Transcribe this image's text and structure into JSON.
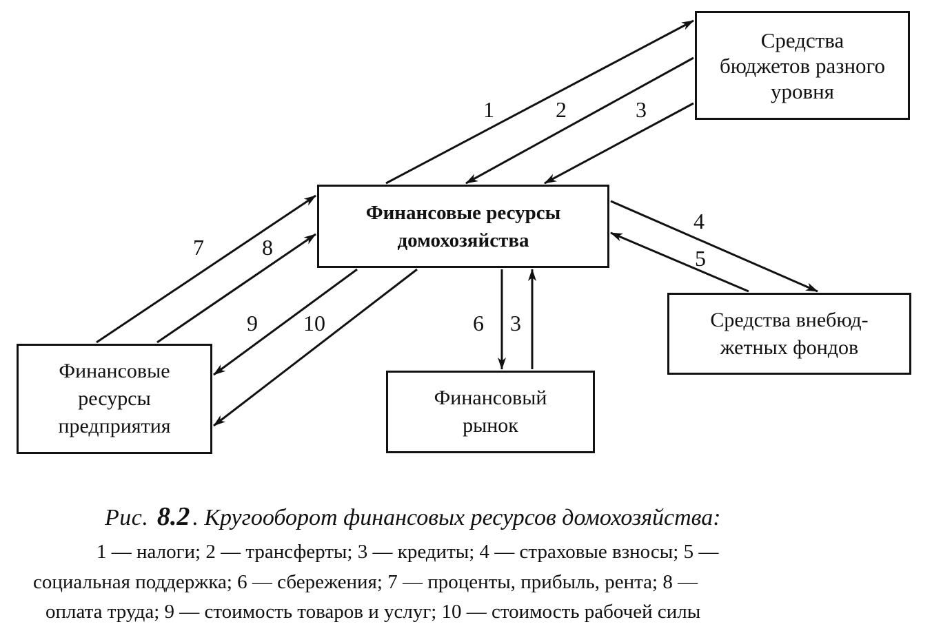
{
  "boxes": {
    "budget": "Средства\nбюджетов разного\nуровня",
    "household": "Финансовые ресурсы\nдомохозяйства",
    "extrabudget": "Средства внебюд-\nжетных фондов",
    "enterprise": "Финансовые\nресурсы\nпредприятия",
    "market": "Финансовый\nрынок"
  },
  "flows": {
    "f1": "1",
    "f2": "2",
    "f3a": "3",
    "f4": "4",
    "f5": "5",
    "f6": "6",
    "f3b": "3",
    "f7": "7",
    "f8": "8",
    "f9": "9",
    "f10": "10"
  },
  "caption": {
    "prefix": "Рис.",
    "number": "8.2",
    "title": ". Кругооборот финансовых ресурсов домохозяйства:",
    "legend_line1": "1 — налоги; 2 — трансферты; 3 — кредиты; 4 — страховые взносы; 5 —",
    "legend_line2": "социальная поддержка; 6 — сбережения; 7 — проценты, прибыль, рента; 8 —",
    "legend_line3": "оплата труда; 9 — стоимость товаров и услуг; 10 — стоимость рабочей силы"
  }
}
